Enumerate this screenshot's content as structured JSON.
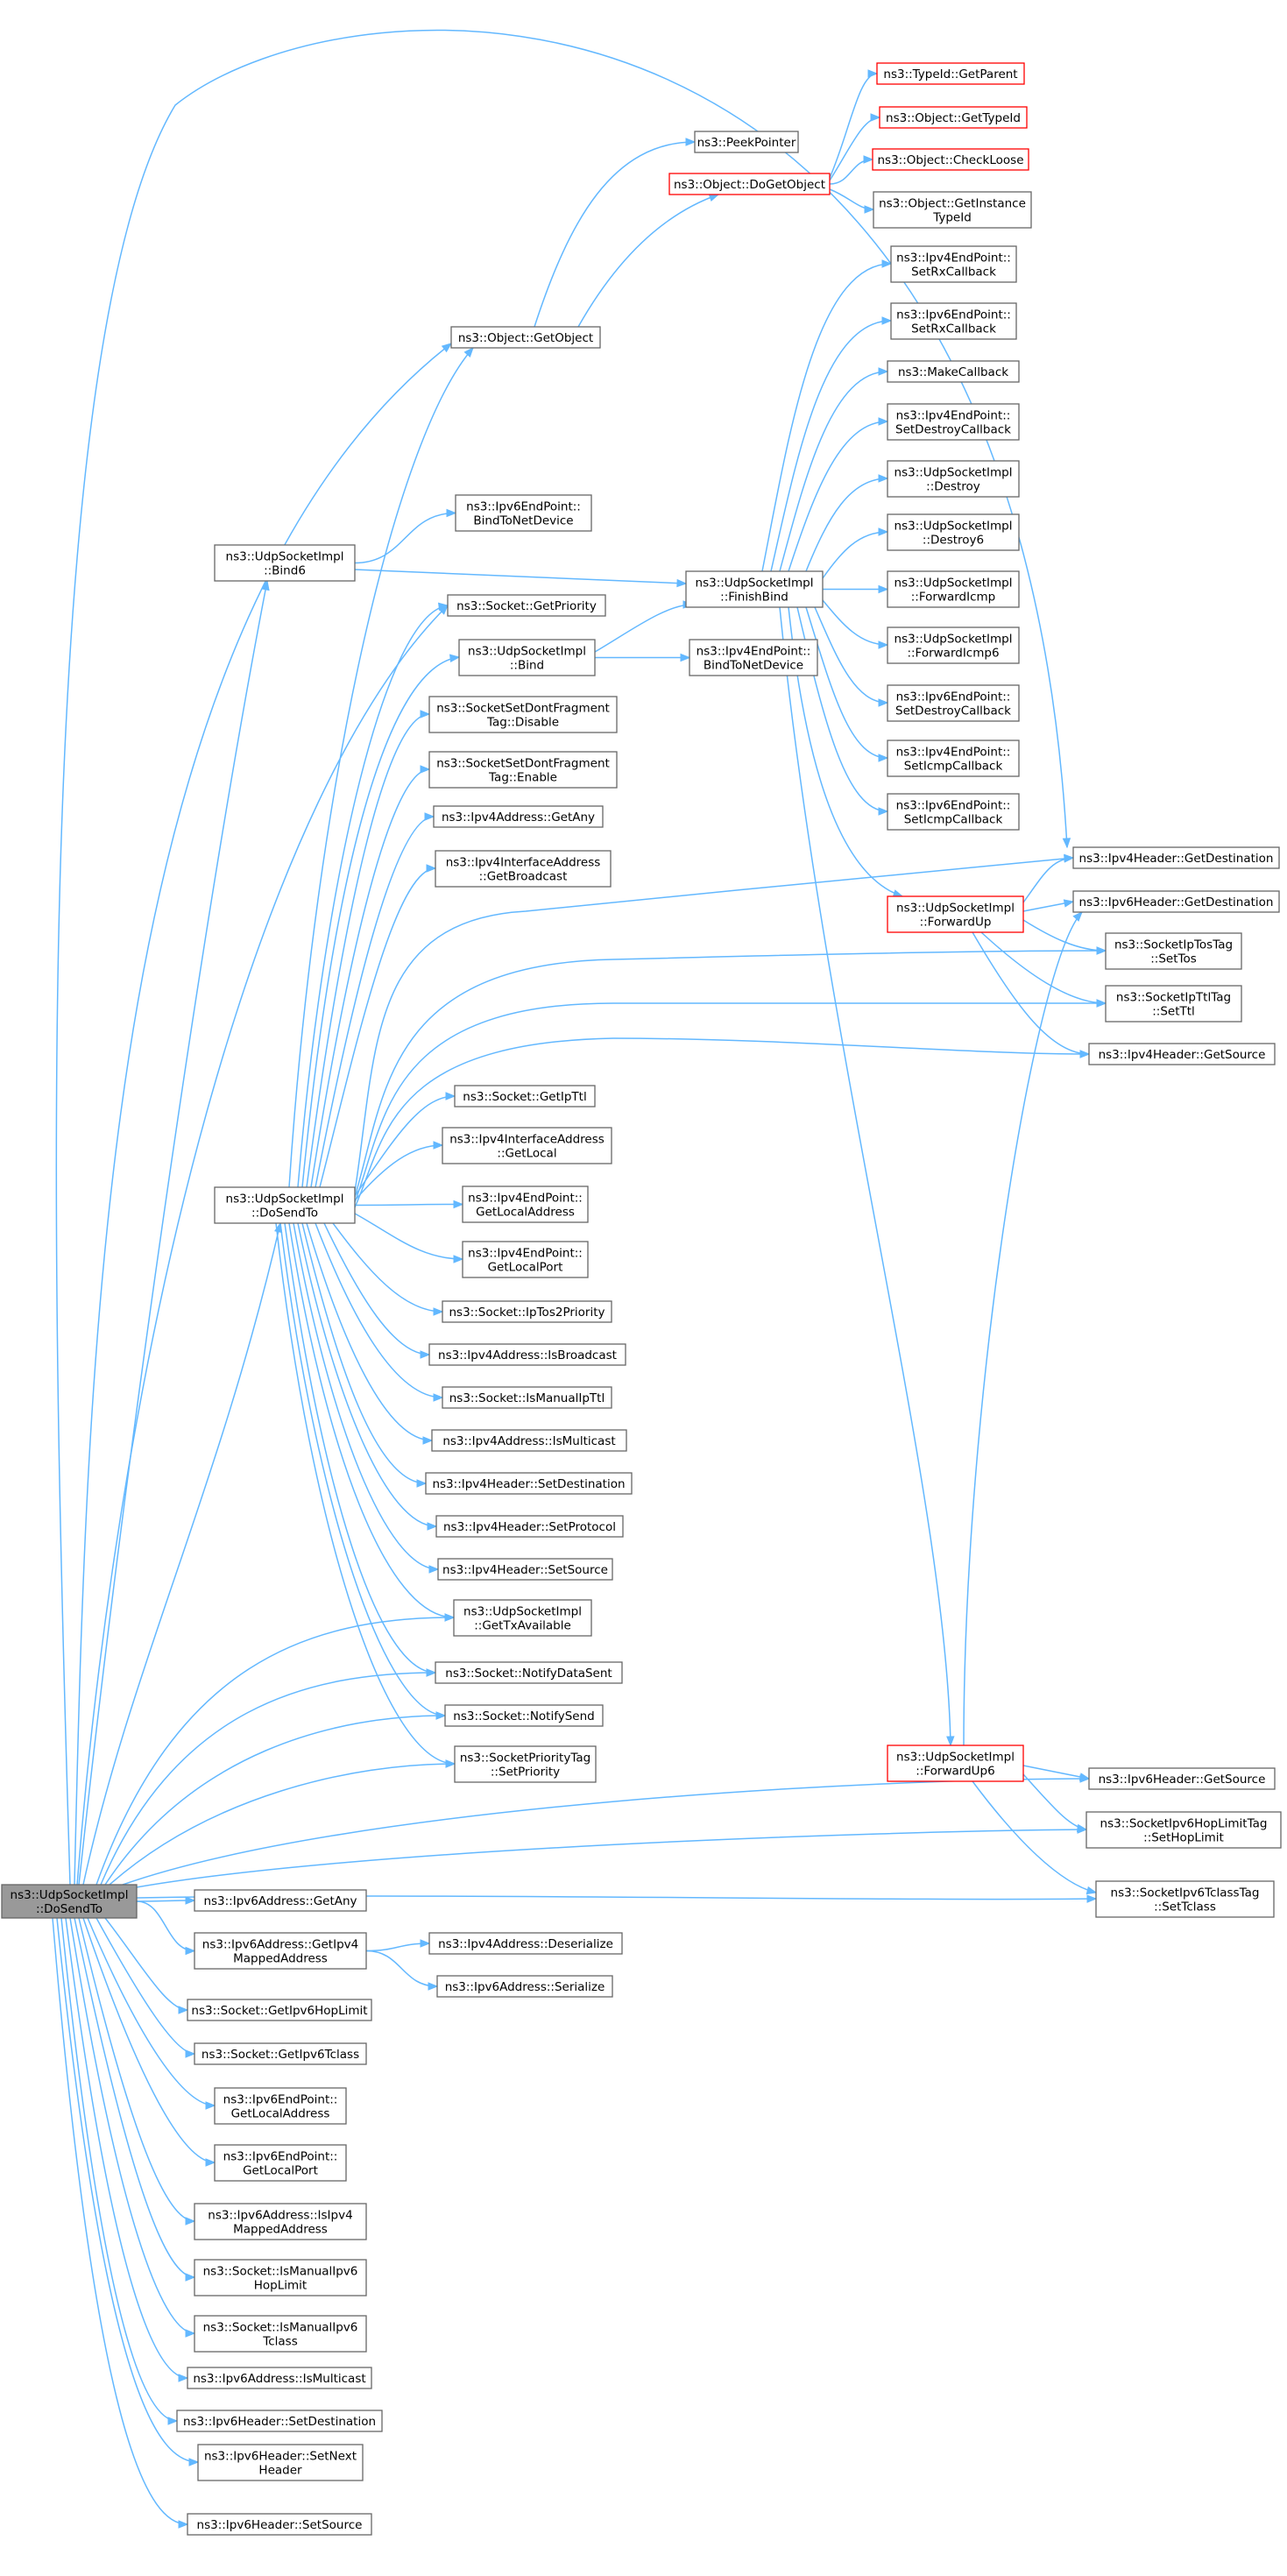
{
  "colors": {
    "edge": "#63b8ff",
    "node_border": "#666666",
    "highlight_border": "#ff0000",
    "root_fill": "#999999"
  },
  "nodes": {
    "root": {
      "lines": [
        "ns3::UdpSocketImpl",
        "::DoSendTo"
      ]
    },
    "typeid_getparent": {
      "lines": [
        "ns3::TypeId::GetParent"
      ]
    },
    "object_gettypeid": {
      "lines": [
        "ns3::Object::GetTypeId"
      ]
    },
    "peekpointer": {
      "lines": [
        "ns3::PeekPointer"
      ]
    },
    "object_dogetobject": {
      "lines": [
        "ns3::Object::DoGetObject"
      ]
    },
    "object_checkloose": {
      "lines": [
        "ns3::Object::CheckLoose"
      ]
    },
    "object_getinstancetypeid": {
      "lines": [
        "ns3::Object::GetInstance",
        "TypeId"
      ]
    },
    "ipv4ep_setrxcallback": {
      "lines": [
        "ns3::Ipv4EndPoint::",
        "SetRxCallback"
      ]
    },
    "object_getobject": {
      "lines": [
        "ns3::Object::GetObject"
      ]
    },
    "ipv6ep_setrxcallback": {
      "lines": [
        "ns3::Ipv6EndPoint::",
        "SetRxCallback"
      ]
    },
    "makecallback": {
      "lines": [
        "ns3::MakeCallback"
      ]
    },
    "ipv4ep_setdestroycallback": {
      "lines": [
        "ns3::Ipv4EndPoint::",
        "SetDestroyCallback"
      ]
    },
    "ipv6ep_bindtonetdevice": {
      "lines": [
        "ns3::Ipv6EndPoint::",
        "BindToNetDevice"
      ]
    },
    "udp_destroy": {
      "lines": [
        "ns3::UdpSocketImpl",
        "::Destroy"
      ]
    },
    "udp_bind6": {
      "lines": [
        "ns3::UdpSocketImpl",
        "::Bind6"
      ]
    },
    "udp_destroy6": {
      "lines": [
        "ns3::UdpSocketImpl",
        "::Destroy6"
      ]
    },
    "udp_finishbind": {
      "lines": [
        "ns3::UdpSocketImpl",
        "::FinishBind"
      ]
    },
    "socket_getpriority": {
      "lines": [
        "ns3::Socket::GetPriority"
      ]
    },
    "udp_forwardicmp": {
      "lines": [
        "ns3::UdpSocketImpl",
        "::ForwardIcmp"
      ]
    },
    "udp_bind": {
      "lines": [
        "ns3::UdpSocketImpl",
        "::Bind"
      ]
    },
    "ipv4ep_bindtonetdevice": {
      "lines": [
        "ns3::Ipv4EndPoint::",
        "BindToNetDevice"
      ]
    },
    "udp_forwardicmp6": {
      "lines": [
        "ns3::UdpSocketImpl",
        "::ForwardIcmp6"
      ]
    },
    "dontfrag_disable": {
      "lines": [
        "ns3::SocketSetDontFragment",
        "Tag::Disable"
      ]
    },
    "ipv6ep_setdestroycallback": {
      "lines": [
        "ns3::Ipv6EndPoint::",
        "SetDestroyCallback"
      ]
    },
    "dontfrag_enable": {
      "lines": [
        "ns3::SocketSetDontFragment",
        "Tag::Enable"
      ]
    },
    "ipv4ep_seticmpcallback": {
      "lines": [
        "ns3::Ipv4EndPoint::",
        "SetIcmpCallback"
      ]
    },
    "ipv4addr_getany": {
      "lines": [
        "ns3::Ipv4Address::GetAny"
      ]
    },
    "ipv6ep_seticmpcallback": {
      "lines": [
        "ns3::Ipv6EndPoint::",
        "SetIcmpCallback"
      ]
    },
    "ipv4ifaddr_getbroadcast": {
      "lines": [
        "ns3::Ipv4InterfaceAddress",
        "::GetBroadcast"
      ]
    },
    "ipv4hdr_getdestination": {
      "lines": [
        "ns3::Ipv4Header::GetDestination"
      ]
    },
    "udp_forwardup": {
      "lines": [
        "ns3::UdpSocketImpl",
        "::ForwardUp"
      ]
    },
    "ipv6hdr_getdestination": {
      "lines": [
        "ns3::Ipv6Header::GetDestination"
      ]
    },
    "iptos_settos": {
      "lines": [
        "ns3::SocketIpTosTag",
        "::SetTos"
      ]
    },
    "ipttl_setttl": {
      "lines": [
        "ns3::SocketIpTtlTag",
        "::SetTtl"
      ]
    },
    "ipv4hdr_getsource": {
      "lines": [
        "ns3::Ipv4Header::GetSource"
      ]
    },
    "socket_getipttl": {
      "lines": [
        "ns3::Socket::GetIpTtl"
      ]
    },
    "ipv4ifaddr_getlocal": {
      "lines": [
        "ns3::Ipv4InterfaceAddress",
        "::GetLocal"
      ]
    },
    "dosendto": {
      "lines": [
        "ns3::UdpSocketImpl",
        "::DoSendTo"
      ]
    },
    "ipv4ep_getlocaladdress": {
      "lines": [
        "ns3::Ipv4EndPoint::",
        "GetLocalAddress"
      ]
    },
    "ipv4ep_getlocalport": {
      "lines": [
        "ns3::Ipv4EndPoint::",
        "GetLocalPort"
      ]
    },
    "socket_iptos2priority": {
      "lines": [
        "ns3::Socket::IpTos2Priority"
      ]
    },
    "ipv4addr_isbroadcast": {
      "lines": [
        "ns3::Ipv4Address::IsBroadcast"
      ]
    },
    "socket_ismanualipttl": {
      "lines": [
        "ns3::Socket::IsManualIpTtl"
      ]
    },
    "ipv4addr_ismulticast": {
      "lines": [
        "ns3::Ipv4Address::IsMulticast"
      ]
    },
    "ipv4hdr_setdestination": {
      "lines": [
        "ns3::Ipv4Header::SetDestination"
      ]
    },
    "ipv4hdr_setprotocol": {
      "lines": [
        "ns3::Ipv4Header::SetProtocol"
      ]
    },
    "ipv4hdr_setsource": {
      "lines": [
        "ns3::Ipv4Header::SetSource"
      ]
    },
    "udp_gettxavailable": {
      "lines": [
        "ns3::UdpSocketImpl",
        "::GetTxAvailable"
      ]
    },
    "socket_notifydatasent": {
      "lines": [
        "ns3::Socket::NotifyDataSent"
      ]
    },
    "socket_notifysend": {
      "lines": [
        "ns3::Socket::NotifySend"
      ]
    },
    "priotag_setpriority": {
      "lines": [
        "ns3::SocketPriorityTag",
        "::SetPriority"
      ]
    },
    "udp_forwardup6": {
      "lines": [
        "ns3::UdpSocketImpl",
        "::ForwardUp6"
      ]
    },
    "ipv6hdr_getsource": {
      "lines": [
        "ns3::Ipv6Header::GetSource"
      ]
    },
    "hoplimit_sethoplimit": {
      "lines": [
        "ns3::SocketIpv6HopLimitTag",
        "::SetHopLimit"
      ]
    },
    "tclass_settclass": {
      "lines": [
        "ns3::SocketIpv6TclassTag",
        "::SetTclass"
      ]
    },
    "ipv6addr_getany": {
      "lines": [
        "ns3::Ipv6Address::GetAny"
      ]
    },
    "ipv4addr_deserialize": {
      "lines": [
        "ns3::Ipv4Address::Deserialize"
      ]
    },
    "ipv6addr_getipv4mapped": {
      "lines": [
        "ns3::Ipv6Address::GetIpv4",
        "MappedAddress"
      ]
    },
    "ipv6addr_serialize": {
      "lines": [
        "ns3::Ipv6Address::Serialize"
      ]
    },
    "socket_getipv6hoplimit": {
      "lines": [
        "ns3::Socket::GetIpv6HopLimit"
      ]
    },
    "socket_getipv6tclass": {
      "lines": [
        "ns3::Socket::GetIpv6Tclass"
      ]
    },
    "ipv6ep_getlocaladdress": {
      "lines": [
        "ns3::Ipv6EndPoint::",
        "GetLocalAddress"
      ]
    },
    "ipv6ep_getlocalport": {
      "lines": [
        "ns3::Ipv6EndPoint::",
        "GetLocalPort"
      ]
    },
    "ipv6addr_isipv4mapped": {
      "lines": [
        "ns3::Ipv6Address::IsIpv4",
        "MappedAddress"
      ]
    },
    "socket_ismanualipv6hoplimit": {
      "lines": [
        "ns3::Socket::IsManualIpv6",
        "HopLimit"
      ]
    },
    "socket_ismanualipv6tclass": {
      "lines": [
        "ns3::Socket::IsManualIpv6",
        "Tclass"
      ]
    },
    "ipv6addr_ismulticast": {
      "lines": [
        "ns3::Ipv6Address::IsMulticast"
      ]
    },
    "ipv6hdr_setdestination": {
      "lines": [
        "ns3::Ipv6Header::SetDestination"
      ]
    },
    "ipv6hdr_setnextheader": {
      "lines": [
        "ns3::Ipv6Header::SetNext",
        "Header"
      ]
    },
    "ipv6hdr_setsource": {
      "lines": [
        "ns3::Ipv6Header::SetSource"
      ]
    }
  }
}
